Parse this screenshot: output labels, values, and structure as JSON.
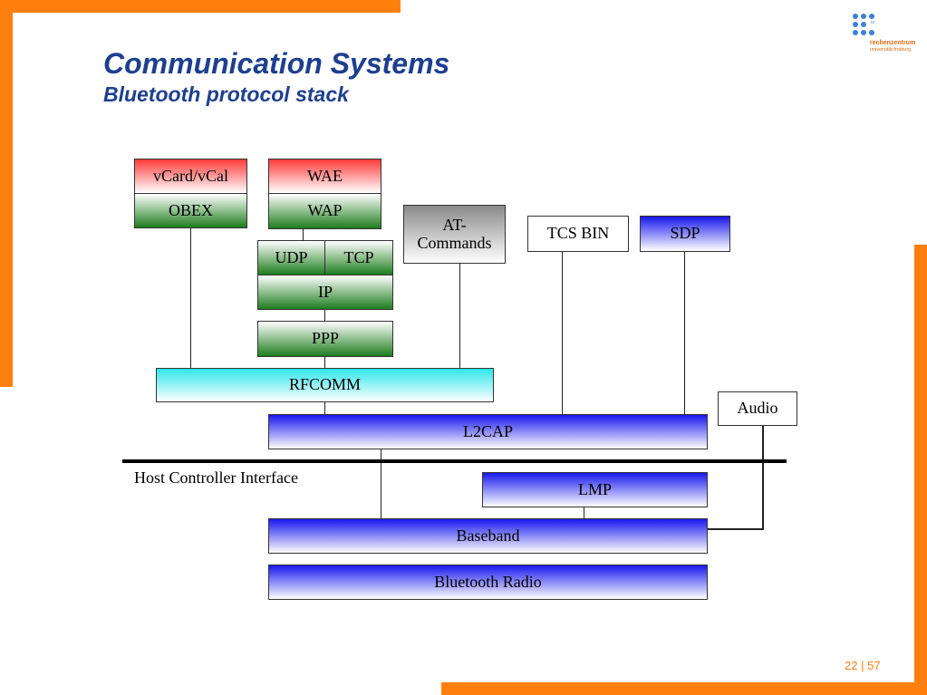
{
  "slide": {
    "title": "Communication Systems",
    "subtitle": "Bluetooth protocol stack",
    "page_current": "22",
    "page_separator": "|",
    "page_total": "57"
  },
  "logo": {
    "label_small": "rz",
    "line1": "rechenzentrum",
    "line2": "universität freiburg"
  },
  "colors": {
    "frame": "#ff7f0f",
    "title": "#1d3f8f",
    "red_layer": "#ff3b3b",
    "green_layer": "#1e7d1e",
    "blue_layer": "#1818ee",
    "cyan_layer": "#2ee6ea",
    "gray_layer": "#8a8a8a"
  },
  "stack": {
    "vcard": "vCard/vCal",
    "obex": "OBEX",
    "wae": "WAE",
    "wap": "WAP",
    "udp": "UDP",
    "tcp": "TCP",
    "ip": "IP",
    "ppp": "PPP",
    "at_line1": "AT-",
    "at_line2": "Commands",
    "tcs": "TCS BIN",
    "sdp": "SDP",
    "rfcomm": "RFCOMM",
    "audio": "Audio",
    "l2cap": "L2CAP",
    "hci": "Host Controller Interface",
    "lmp": "LMP",
    "baseband": "Baseband",
    "radio": "Bluetooth Radio"
  }
}
